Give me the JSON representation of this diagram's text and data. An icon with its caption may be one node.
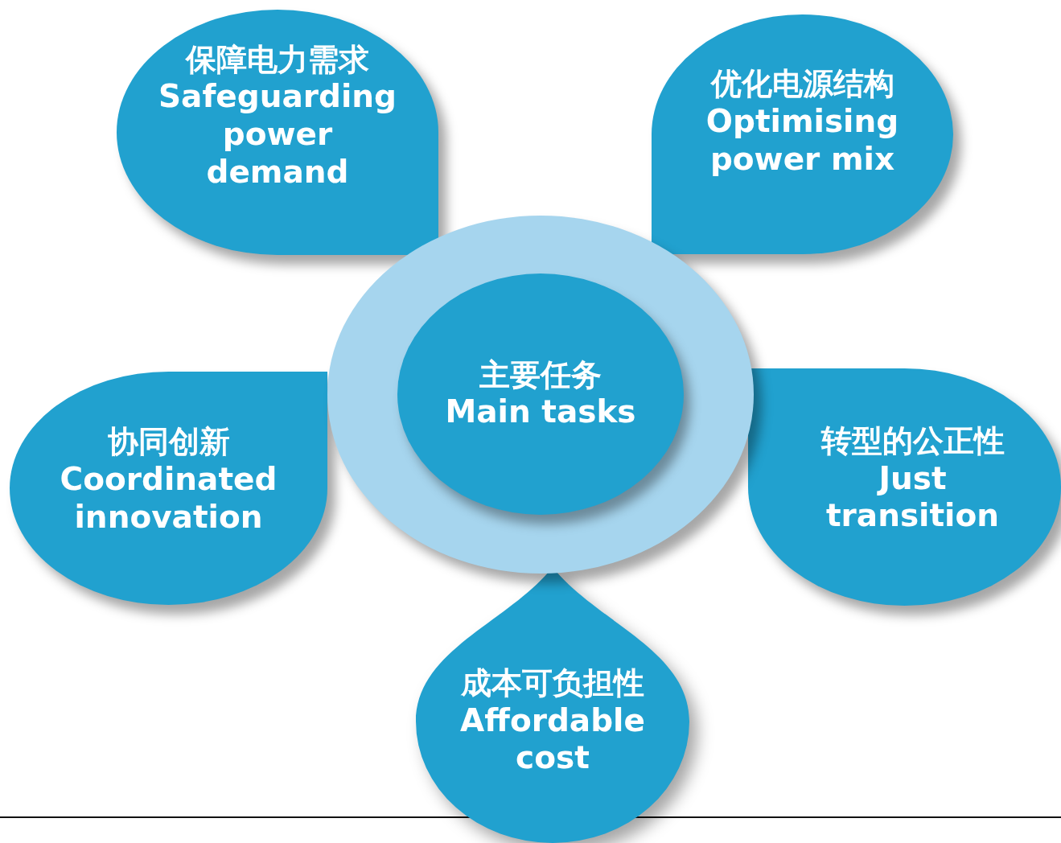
{
  "diagram": {
    "nodes": [
      {
        "text": [
          "保障电力需求",
          "Safeguarding power demand"
        ]
      },
      {
        "text": [
          "优化电源结构",
          "Optimising power mix"
        ]
      },
      {
        "text": [],
        "shape": "circle"
      },
      {
        "text": [
          "主要任务",
          "Main tasks"
        ],
        "in": 2
      },
      {
        "text": [
          "协同创新",
          "Coordinated innovation"
        ]
      },
      {
        "text": [
          "转型的公正性",
          "Just transition"
        ]
      },
      {
        "text": [
          "成本可负担性",
          "Affordable cost"
        ]
      }
    ]
  }
}
